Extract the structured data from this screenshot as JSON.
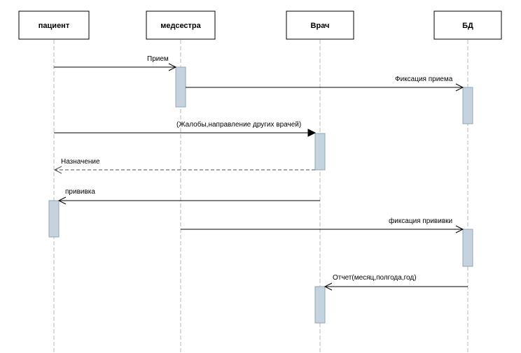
{
  "participants": [
    {
      "id": "patient",
      "label": "пациент"
    },
    {
      "id": "nurse",
      "label": "медсестра"
    },
    {
      "id": "doctor",
      "label": "Врач"
    },
    {
      "id": "db",
      "label": "БД"
    }
  ],
  "messages": [
    {
      "id": "m1",
      "from": "patient",
      "to": "nurse",
      "label": "Прием",
      "style": "solid",
      "arrow": "open"
    },
    {
      "id": "m2",
      "from": "nurse",
      "to": "db",
      "label": "Фиксация приема",
      "style": "solid",
      "arrow": "open"
    },
    {
      "id": "m3",
      "from": "patient",
      "to": "doctor",
      "label": "(Жалобы,направление других врачей)",
      "style": "solid",
      "arrow": "filled"
    },
    {
      "id": "m4",
      "from": "doctor",
      "to": "patient",
      "label": "Назначение",
      "style": "dashed",
      "arrow": "open"
    },
    {
      "id": "m5",
      "from": "doctor",
      "to": "patient",
      "label": "прививка",
      "style": "solid",
      "arrow": "open"
    },
    {
      "id": "m6",
      "from": "nurse",
      "to": "db",
      "label": "фиксация прививки",
      "style": "solid",
      "arrow": "open"
    },
    {
      "id": "m7",
      "from": "db",
      "to": "doctor",
      "label": "Отчет(месяц,полгода,год)",
      "style": "solid",
      "arrow": "open"
    }
  ],
  "activations": [
    {
      "participant": "nurse"
    },
    {
      "participant": "db"
    },
    {
      "participant": "doctor"
    },
    {
      "participant": "patient"
    },
    {
      "participant": "db"
    },
    {
      "participant": "doctor"
    }
  ],
  "colors": {
    "activation_fill": "#c4d3de",
    "activation_stroke": "#8ea7b9",
    "lifeline": "#b8b8b8",
    "line": "#000000"
  }
}
